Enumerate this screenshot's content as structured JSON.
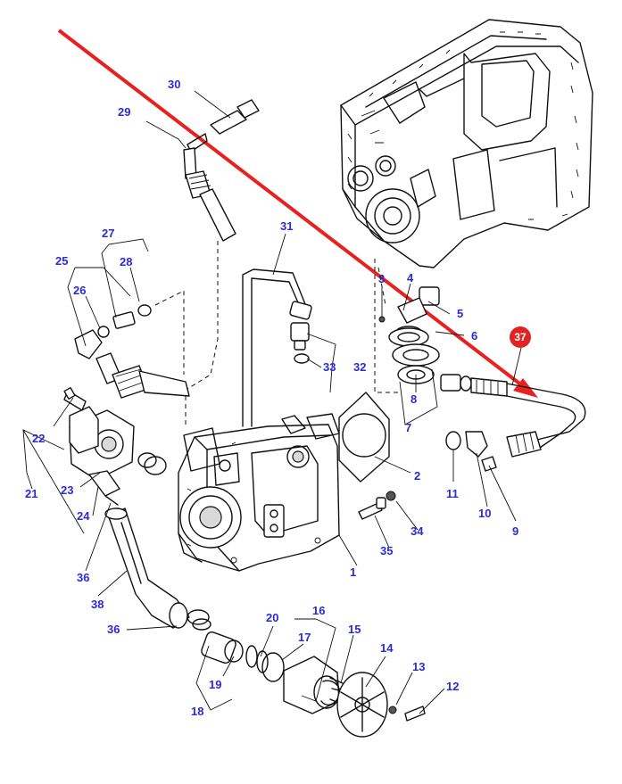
{
  "callouts": [
    "1",
    "2",
    "3",
    "4",
    "5",
    "6",
    "7",
    "8",
    "9",
    "10",
    "11",
    "12",
    "13",
    "14",
    "15",
    "16",
    "17",
    "18",
    "19",
    "20",
    "21",
    "22",
    "23",
    "24",
    "25",
    "26",
    "27",
    "28",
    "29",
    "30",
    "31",
    "32",
    "33",
    "34",
    "35",
    "36",
    "36",
    "37",
    "38"
  ],
  "highlight": {
    "label": "37",
    "badge_color": "#e02424"
  },
  "arrow": {
    "color": "#e8211f"
  }
}
